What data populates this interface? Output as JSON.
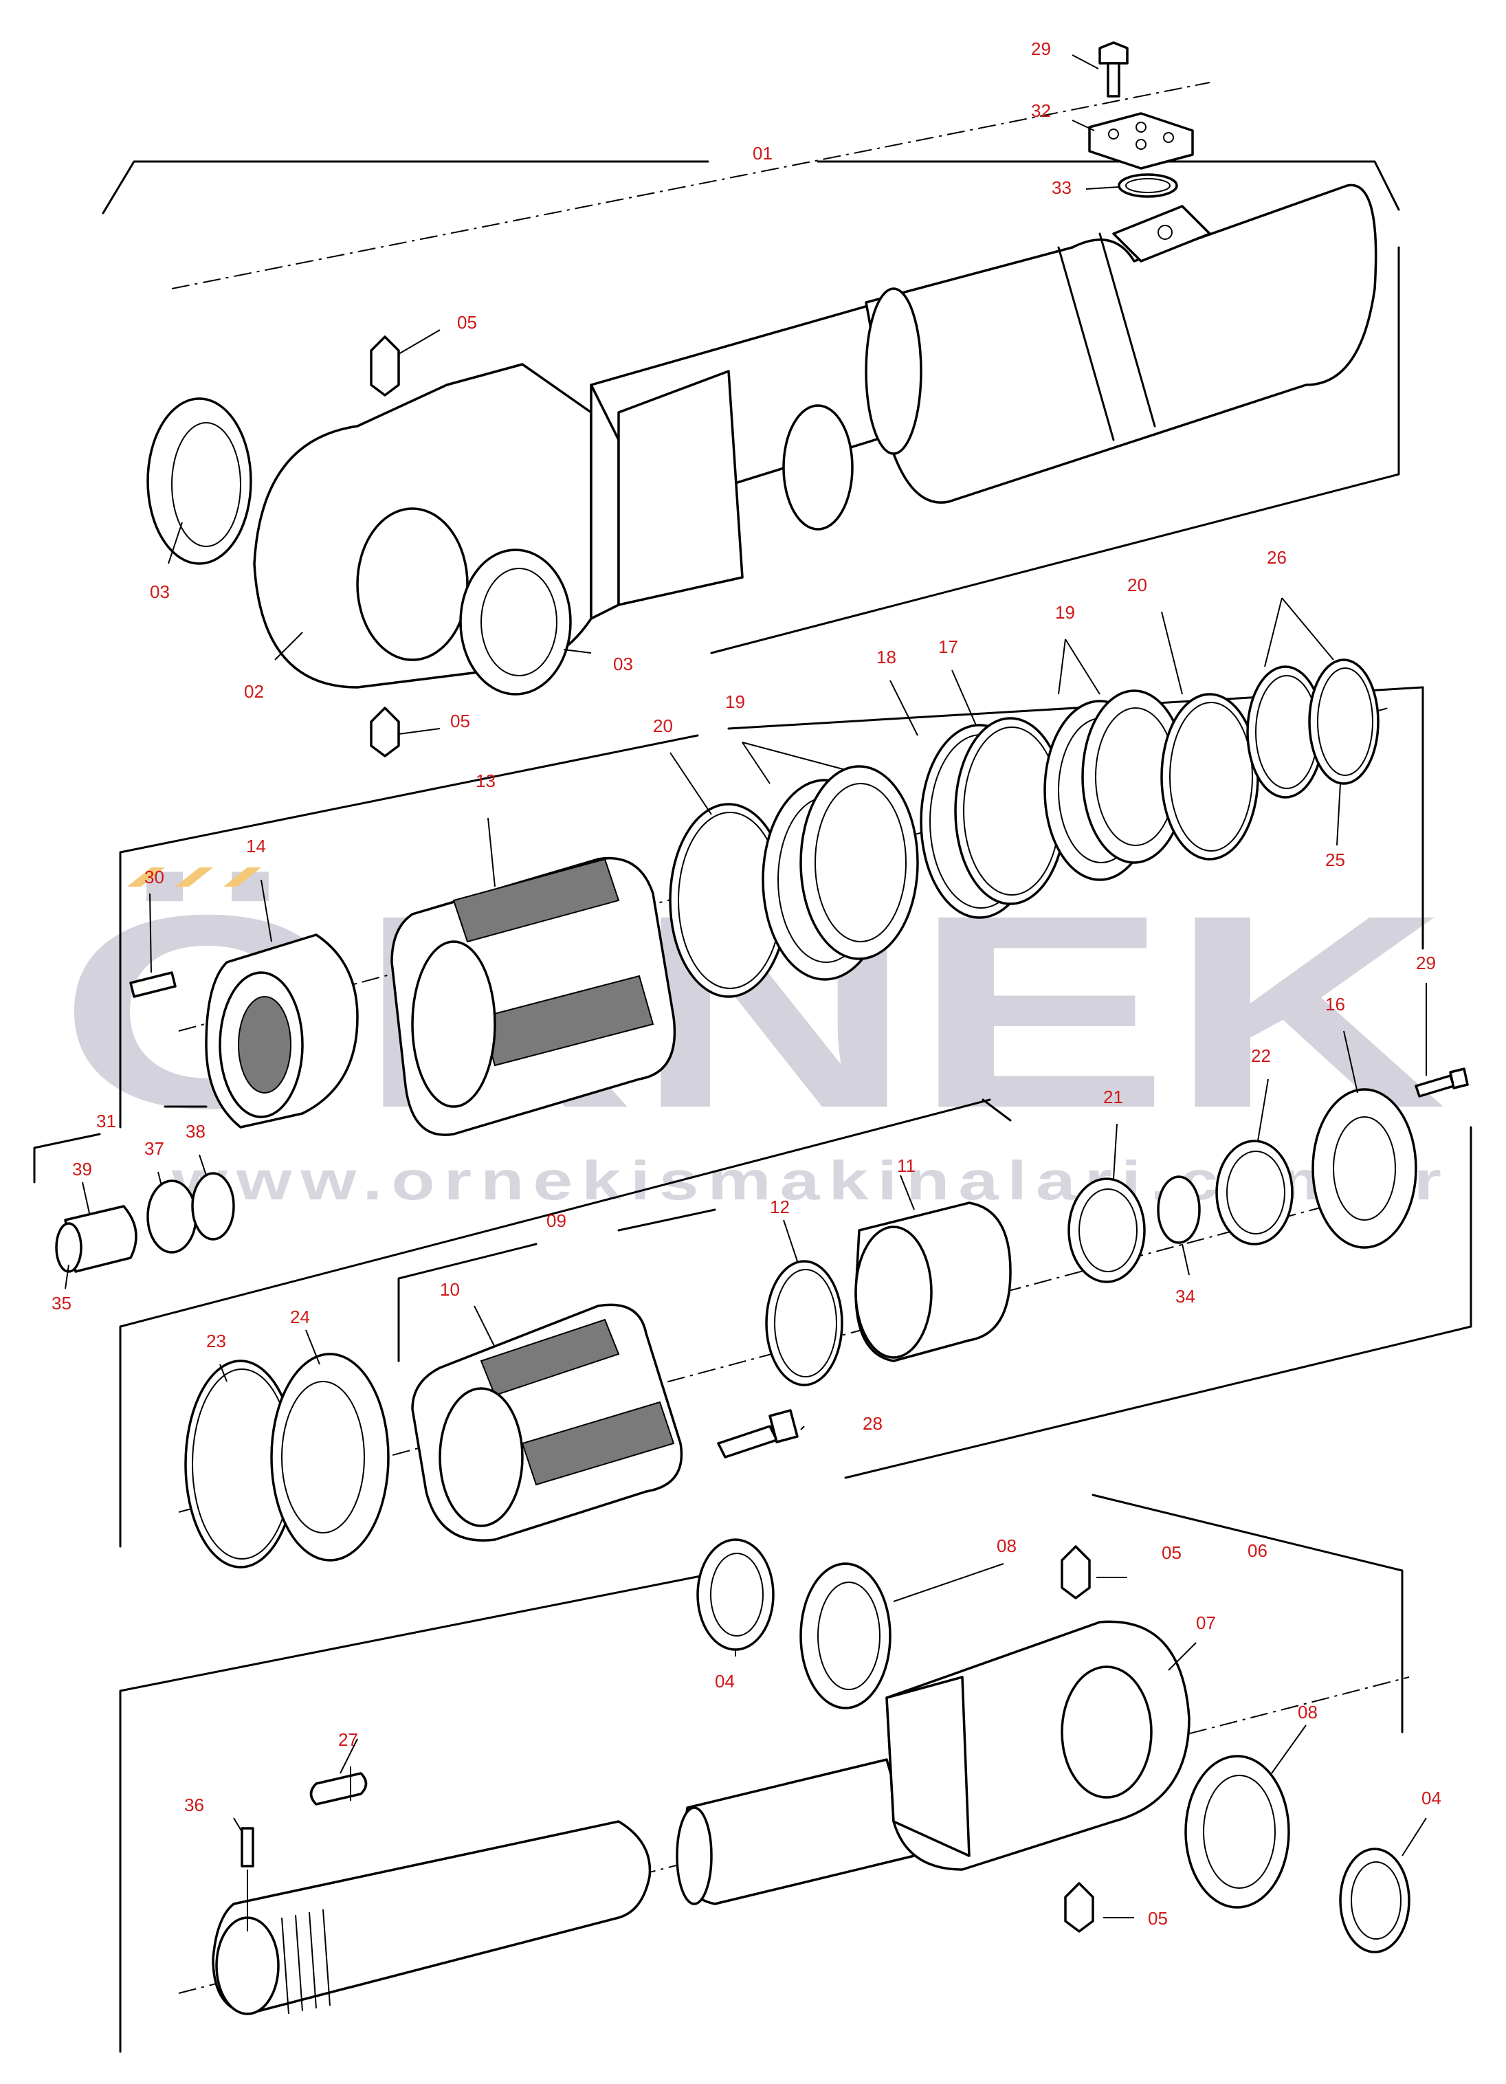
{
  "watermark": {
    "brand": "ÖRNEK",
    "url": "www.ornekismakinalari.com.tr"
  },
  "callouts": {
    "c01": "01",
    "c02": "02",
    "c03a": "03",
    "c03b": "03",
    "c04a": "04",
    "c04b": "04",
    "c05a": "05",
    "c05b": "05",
    "c05c": "05",
    "c05d": "05",
    "c06": "06",
    "c07": "07",
    "c08a": "08",
    "c08b": "08",
    "c09": "09",
    "c10": "10",
    "c11": "11",
    "c12": "12",
    "c13": "13",
    "c14": "14",
    "c16": "16",
    "c17": "17",
    "c18": "18",
    "c19a": "19",
    "c19b": "19",
    "c20a": "20",
    "c20b": "20",
    "c21": "21",
    "c22": "22",
    "c23": "23",
    "c24": "24",
    "c25": "25",
    "c26": "26",
    "c27": "27",
    "c28": "28",
    "c29a": "29",
    "c29b": "29",
    "c30": "30",
    "c31": "31",
    "c32": "32",
    "c33": "33",
    "c34": "34",
    "c35": "35",
    "c36": "36",
    "c37": "37",
    "c38": "38",
    "c39": "39"
  },
  "colors": {
    "callout": "#d01818",
    "watermark": "#d4d2dc",
    "watermark_accent": "#f5c878",
    "line": "#000000"
  }
}
